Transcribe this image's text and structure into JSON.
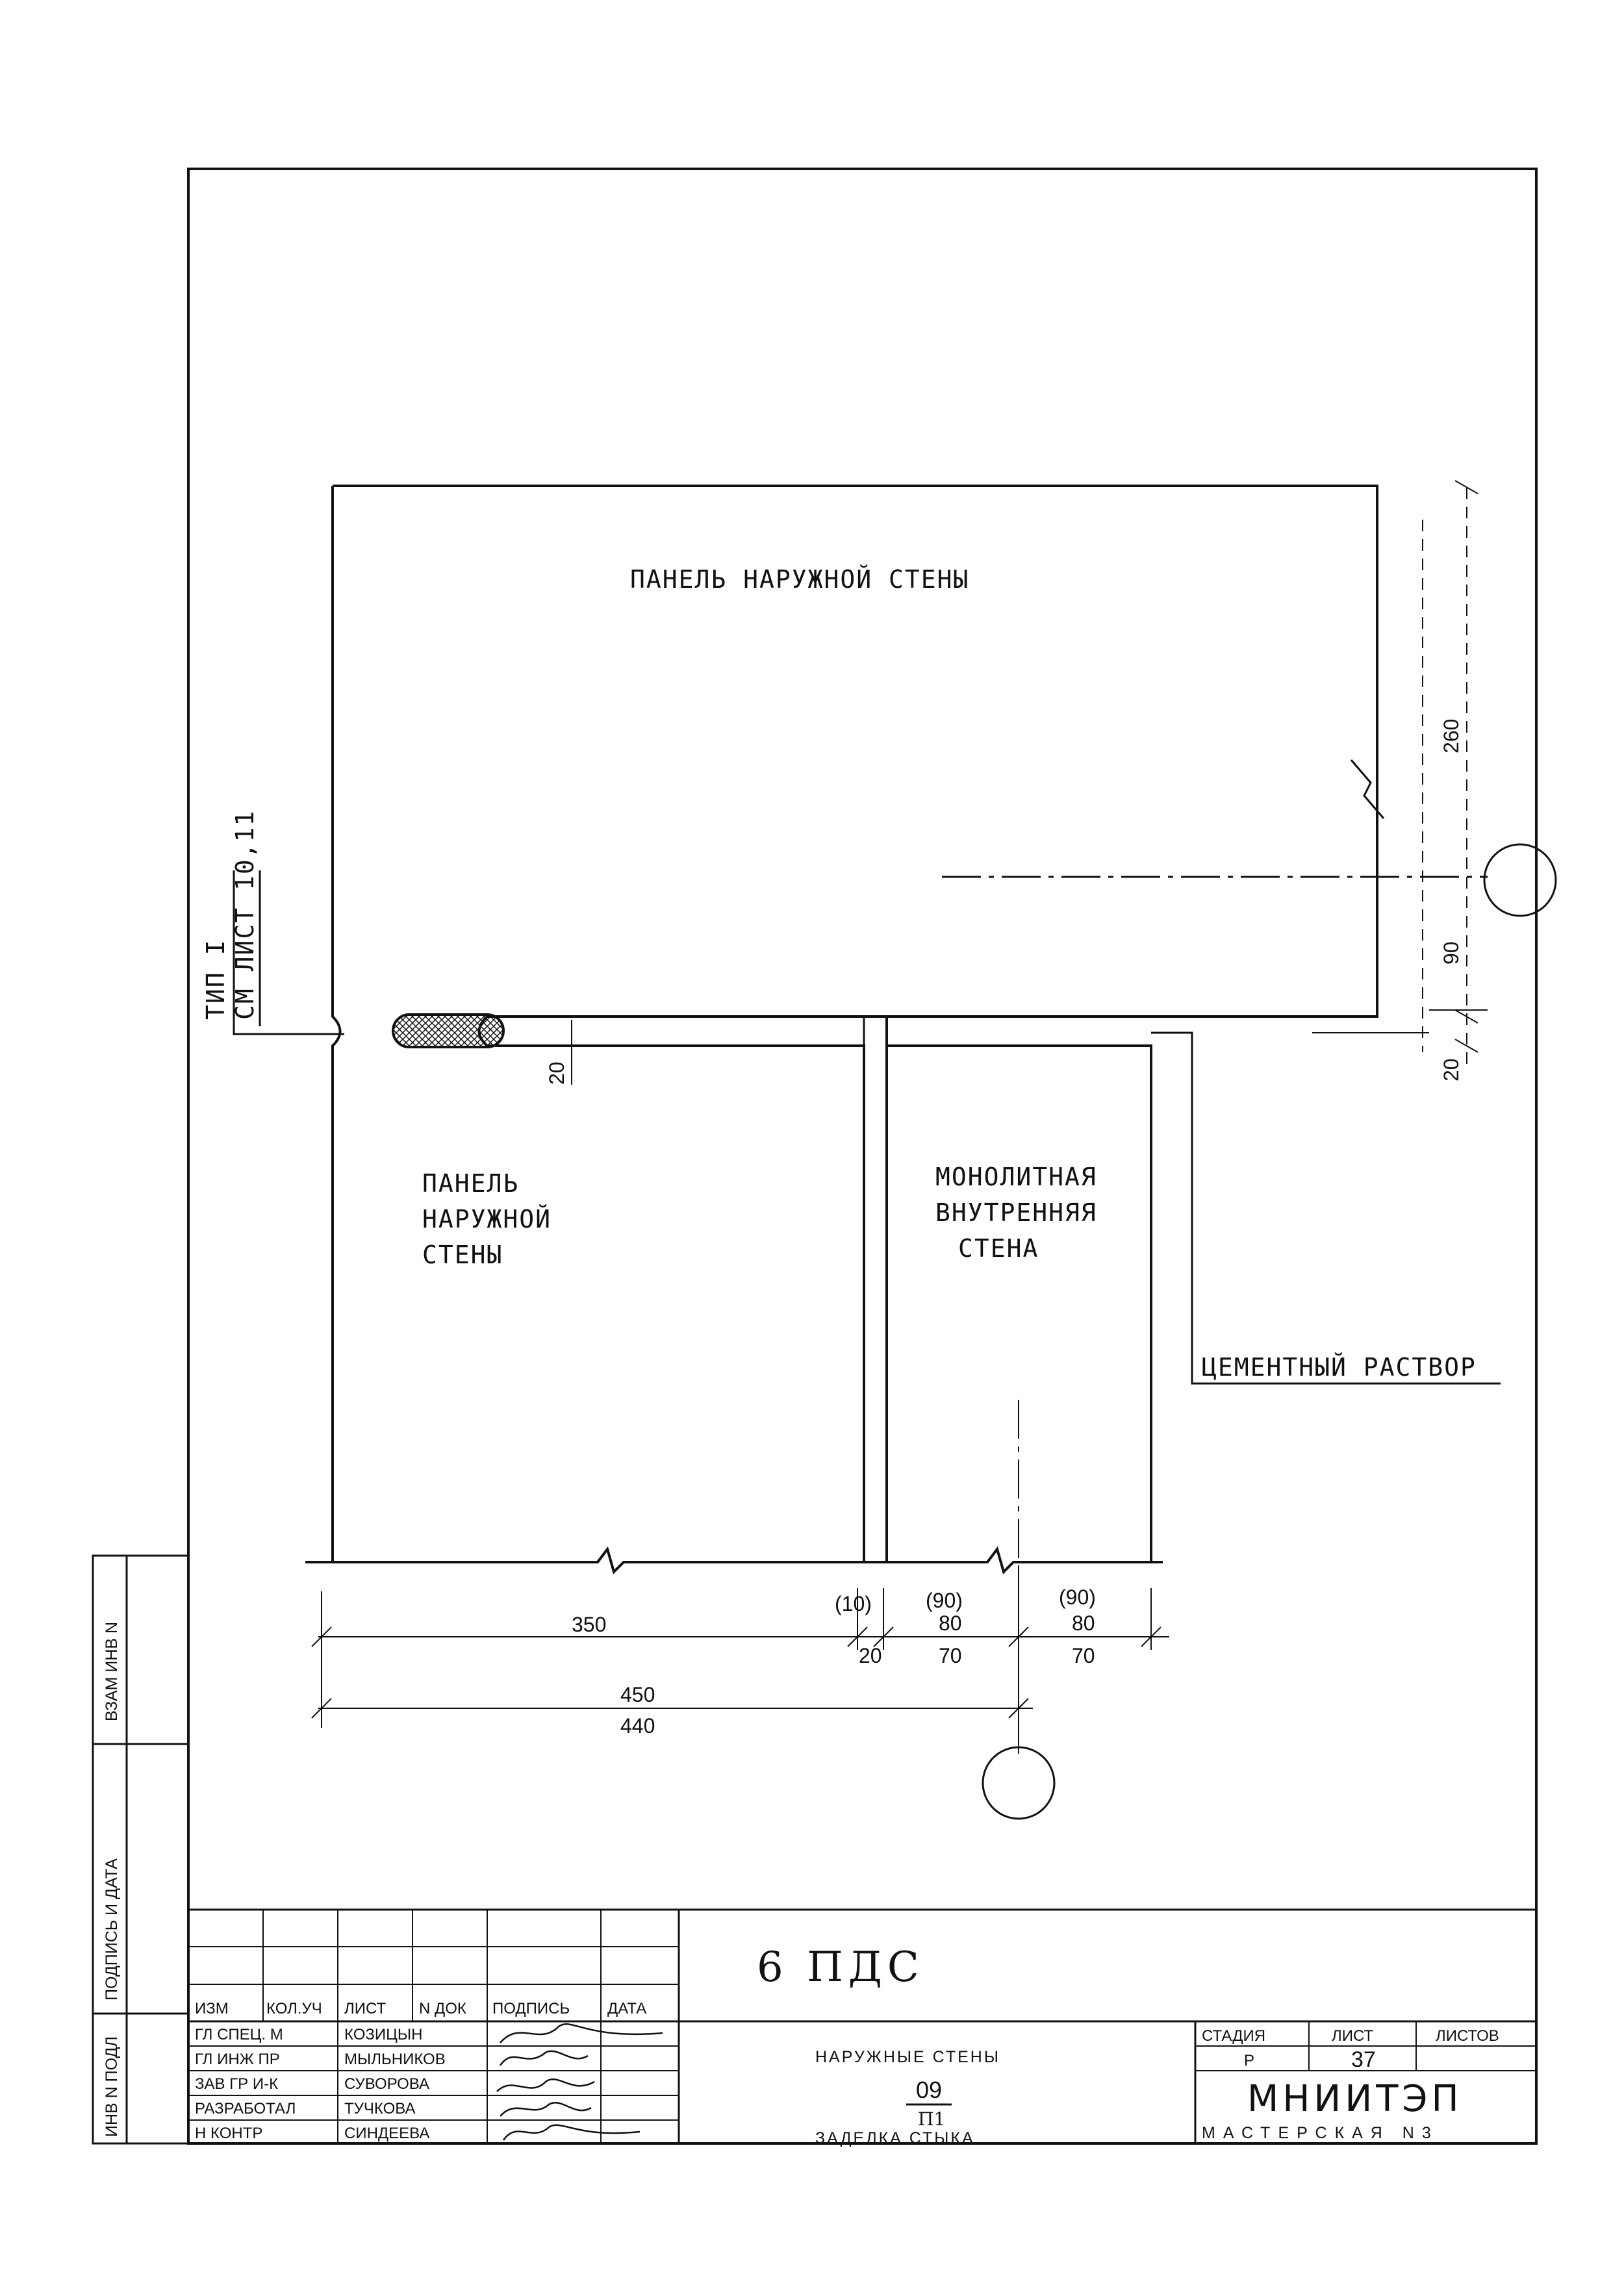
{
  "drawing": {
    "label_outer_panel_top": "ПАНЕЛЬ НАРУЖНОЙ СТЕНЫ",
    "label_outer_panel_bottom": [
      "ПАНЕЛЬ",
      "НАРУЖНОЙ",
      "СТЕНЫ"
    ],
    "label_monolithic_wall": [
      "МОНОЛИТНАЯ",
      "ВНУТРЕННЯЯ",
      "СТЕНА"
    ],
    "label_cement_mortar": "ЦЕМЕНТНЫЙ РАСТВОР",
    "label_type_line1": "ТИП I",
    "label_type_line2": "СМ ЛИСТ 10,11",
    "dimensions": {
      "right_upper": "260",
      "right_middle": "90",
      "right_lower": "20",
      "joint_gap": "20",
      "panel_width": "350",
      "gap_bracket": "(10)",
      "gap": "20",
      "wall_left_bracket": "(90)",
      "wall_left_top": "80",
      "wall_left_bottom": "70",
      "wall_right_bracket": "(90)",
      "wall_right_top": "80",
      "wall_right_bottom": "70",
      "total_top": "450",
      "total_bottom": "440"
    }
  },
  "side_stamp": {
    "cells": [
      "ВЗАМ ИНВ N",
      "ПОДПИСЬ И ДАТА",
      "ИНВ N ПОДЛ"
    ]
  },
  "title_block": {
    "project_code": "6 ПДС",
    "header": [
      "ИЗМ",
      "КОЛ.УЧ",
      "ЛИСТ",
      "N ДОК",
      "ПОДПИСЬ",
      "ДАТА"
    ],
    "rows": [
      {
        "role": "ГЛ СПЕЦ. М",
        "name": "КОЗИЦЫН"
      },
      {
        "role": "ГЛ ИНЖ ПР",
        "name": "МЫЛЬНИКОВ"
      },
      {
        "role": "ЗАВ ГР И-К",
        "name": "СУВОРОВА"
      },
      {
        "role": "РАЗРАБОТАЛ",
        "name": "ТУЧКОВА"
      },
      {
        "role": "Н КОНТР",
        "name": "СИНДЕЕВА"
      }
    ],
    "sheet_title": "НАРУЖНЫЕ СТЕНЫ",
    "doc_number": "09",
    "doc_sub": "П1",
    "detail_title": "ЗАДЕЛКА СТЫКА",
    "stage_header": "СТАДИЯ",
    "sheet_header": "ЛИСТ",
    "sheets_header": "ЛИСТОВ",
    "stage": "Р",
    "sheet": "37",
    "sheets": "",
    "org": "МНИИТЭП",
    "workshop": "МАСТЕРСКАЯ N3"
  }
}
